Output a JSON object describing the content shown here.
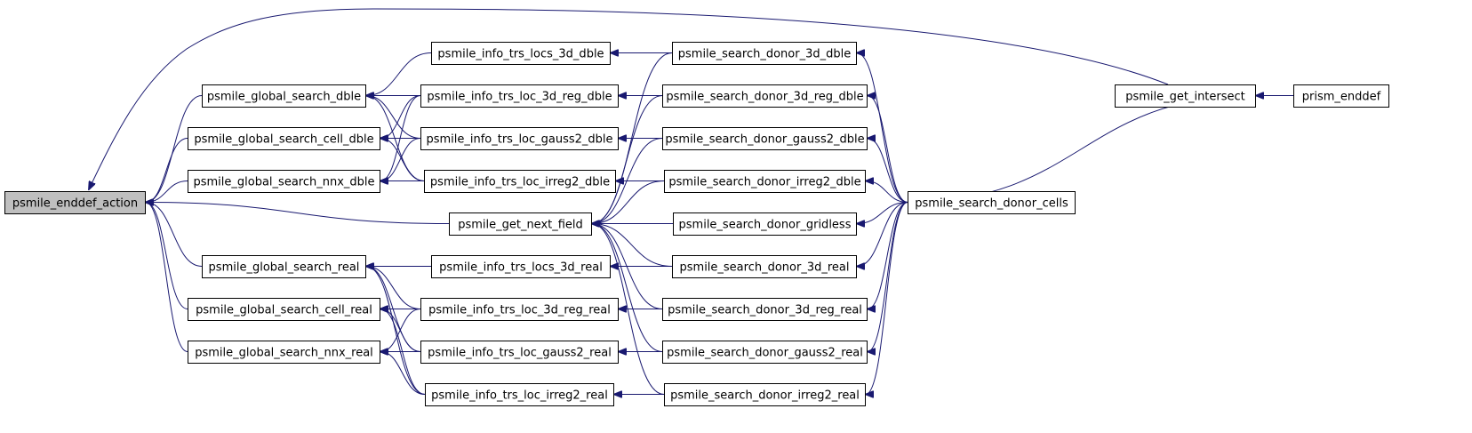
{
  "graph": {
    "root": "psmile_enddef_action",
    "nodes": [
      {
        "id": "n0",
        "label": "psmile_enddef_action",
        "root": true
      },
      {
        "id": "n1",
        "label": "psmile_global_search_dble"
      },
      {
        "id": "n2",
        "label": "psmile_global_search_cell_dble"
      },
      {
        "id": "n3",
        "label": "psmile_global_search_nnx_dble"
      },
      {
        "id": "n4",
        "label": "psmile_global_search_real"
      },
      {
        "id": "n5",
        "label": "psmile_global_search_cell_real"
      },
      {
        "id": "n6",
        "label": "psmile_global_search_nnx_real"
      },
      {
        "id": "n7",
        "label": "psmile_info_trs_locs_3d_dble"
      },
      {
        "id": "n8",
        "label": "psmile_info_trs_loc_3d_reg_dble"
      },
      {
        "id": "n9",
        "label": "psmile_info_trs_loc_gauss2_dble"
      },
      {
        "id": "n10",
        "label": "psmile_info_trs_loc_irreg2_dble"
      },
      {
        "id": "n11",
        "label": "psmile_get_next_field"
      },
      {
        "id": "n12",
        "label": "psmile_info_trs_locs_3d_real"
      },
      {
        "id": "n13",
        "label": "psmile_info_trs_loc_3d_reg_real"
      },
      {
        "id": "n14",
        "label": "psmile_info_trs_loc_gauss2_real"
      },
      {
        "id": "n15",
        "label": "psmile_info_trs_loc_irreg2_real"
      },
      {
        "id": "n16",
        "label": "psmile_search_donor_3d_dble"
      },
      {
        "id": "n17",
        "label": "psmile_search_donor_3d_reg_dble"
      },
      {
        "id": "n18",
        "label": "psmile_search_donor_gauss2_dble"
      },
      {
        "id": "n19",
        "label": "psmile_search_donor_irreg2_dble"
      },
      {
        "id": "n20",
        "label": "psmile_search_donor_gridless"
      },
      {
        "id": "n21",
        "label": "psmile_search_donor_3d_real"
      },
      {
        "id": "n22",
        "label": "psmile_search_donor_3d_reg_real"
      },
      {
        "id": "n23",
        "label": "psmile_search_donor_gauss2_real"
      },
      {
        "id": "n24",
        "label": "psmile_search_donor_irreg2_real"
      },
      {
        "id": "n25",
        "label": "psmile_search_donor_cells"
      },
      {
        "id": "n26",
        "label": "psmile_get_intersect"
      },
      {
        "id": "n27",
        "label": "prism_enddef"
      }
    ],
    "edges": [
      {
        "from": "n1",
        "to": "n0"
      },
      {
        "from": "n2",
        "to": "n0"
      },
      {
        "from": "n3",
        "to": "n0"
      },
      {
        "from": "n4",
        "to": "n0"
      },
      {
        "from": "n5",
        "to": "n0"
      },
      {
        "from": "n6",
        "to": "n0"
      },
      {
        "from": "n11",
        "to": "n0"
      },
      {
        "from": "n26",
        "to": "n0"
      },
      {
        "from": "n7",
        "to": "n1"
      },
      {
        "from": "n8",
        "to": "n1"
      },
      {
        "from": "n9",
        "to": "n1"
      },
      {
        "from": "n10",
        "to": "n1"
      },
      {
        "from": "n8",
        "to": "n2"
      },
      {
        "from": "n9",
        "to": "n2"
      },
      {
        "from": "n10",
        "to": "n2"
      },
      {
        "from": "n8",
        "to": "n3"
      },
      {
        "from": "n9",
        "to": "n3"
      },
      {
        "from": "n10",
        "to": "n3"
      },
      {
        "from": "n12",
        "to": "n4"
      },
      {
        "from": "n13",
        "to": "n4"
      },
      {
        "from": "n14",
        "to": "n4"
      },
      {
        "from": "n15",
        "to": "n4"
      },
      {
        "from": "n13",
        "to": "n5"
      },
      {
        "from": "n14",
        "to": "n5"
      },
      {
        "from": "n15",
        "to": "n5"
      },
      {
        "from": "n13",
        "to": "n6"
      },
      {
        "from": "n14",
        "to": "n6"
      },
      {
        "from": "n15",
        "to": "n6"
      },
      {
        "from": "n16",
        "to": "n7"
      },
      {
        "from": "n17",
        "to": "n8"
      },
      {
        "from": "n18",
        "to": "n9"
      },
      {
        "from": "n19",
        "to": "n10"
      },
      {
        "from": "n21",
        "to": "n12"
      },
      {
        "from": "n22",
        "to": "n13"
      },
      {
        "from": "n23",
        "to": "n14"
      },
      {
        "from": "n24",
        "to": "n15"
      },
      {
        "from": "n16",
        "to": "n11"
      },
      {
        "from": "n17",
        "to": "n11"
      },
      {
        "from": "n18",
        "to": "n11"
      },
      {
        "from": "n19",
        "to": "n11"
      },
      {
        "from": "n20",
        "to": "n11"
      },
      {
        "from": "n21",
        "to": "n11"
      },
      {
        "from": "n22",
        "to": "n11"
      },
      {
        "from": "n23",
        "to": "n11"
      },
      {
        "from": "n24",
        "to": "n11"
      },
      {
        "from": "n25",
        "to": "n16"
      },
      {
        "from": "n25",
        "to": "n17"
      },
      {
        "from": "n25",
        "to": "n18"
      },
      {
        "from": "n25",
        "to": "n19"
      },
      {
        "from": "n25",
        "to": "n20"
      },
      {
        "from": "n25",
        "to": "n21"
      },
      {
        "from": "n25",
        "to": "n22"
      },
      {
        "from": "n25",
        "to": "n23"
      },
      {
        "from": "n25",
        "to": "n24"
      },
      {
        "from": "n25",
        "to": "n26"
      },
      {
        "from": "n27",
        "to": "n26"
      }
    ]
  },
  "colors": {
    "edge": "#191970",
    "root_fill": "#bfbfbf",
    "node_fill": "#ffffff",
    "node_border": "#000000"
  }
}
